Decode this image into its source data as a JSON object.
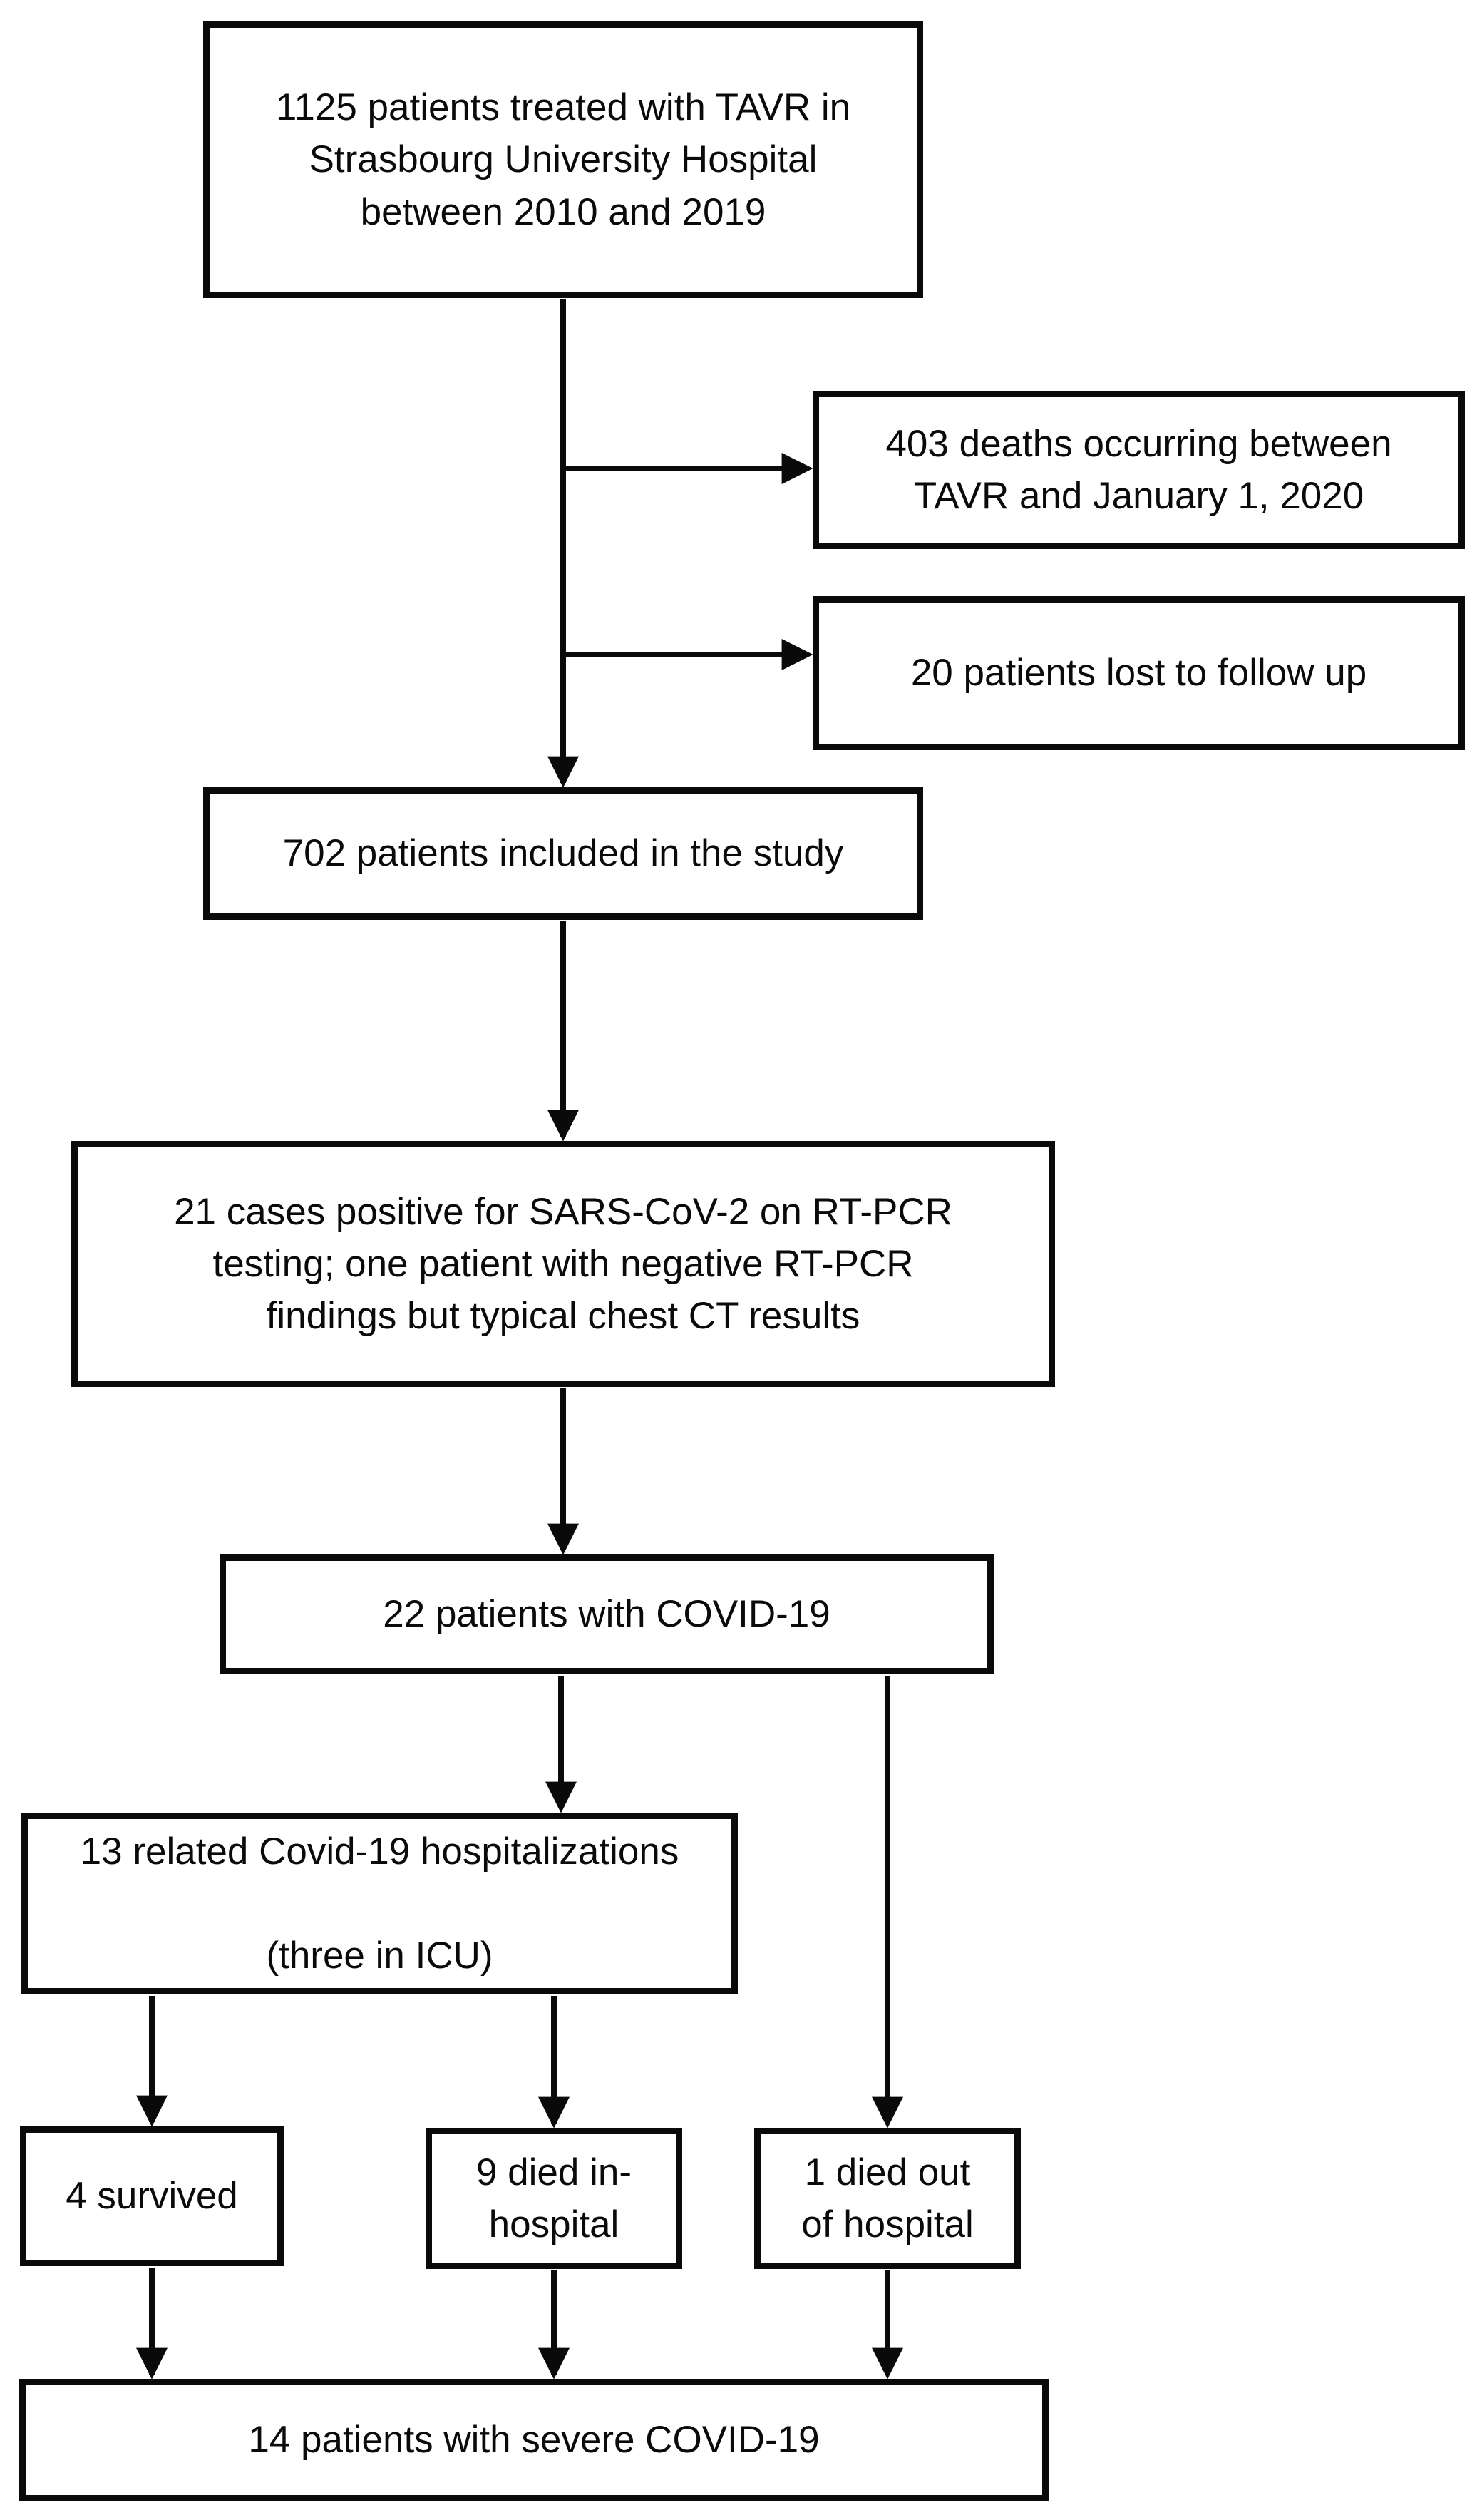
{
  "diagram": {
    "type": "flowchart",
    "colors": {
      "ink": "#0a0a0a",
      "bg": "#ffffff",
      "boxfill": "#ffffff"
    },
    "nodes": {
      "initial": {
        "text": "1125 patients treated with TAVR in\nStrasbourg University Hospital\nbetween 2010 and 2019"
      },
      "deaths": {
        "text": "403 deaths occurring between\nTAVR and January 1, 2020"
      },
      "lost": {
        "text": "20 patients lost to follow up"
      },
      "included": {
        "text": "702 patients included in the study"
      },
      "pcr": {
        "text": "21 cases positive for SARS-CoV-2 on RT-PCR\ntesting; one patient with negative RT-PCR\nfindings but typical chest CT results"
      },
      "covid": {
        "text": "22 patients with COVID-19"
      },
      "hospitalized": {
        "text": "13 related Covid-19 hospitalizations\n\n(three in ICU)"
      },
      "survived": {
        "text": "4 survived"
      },
      "died_in": {
        "text": "9 died in-\nhospital"
      },
      "died_out": {
        "text": "1 died out\nof hospital"
      },
      "severe": {
        "text": "14 patients with severe COVID-19"
      }
    }
  }
}
